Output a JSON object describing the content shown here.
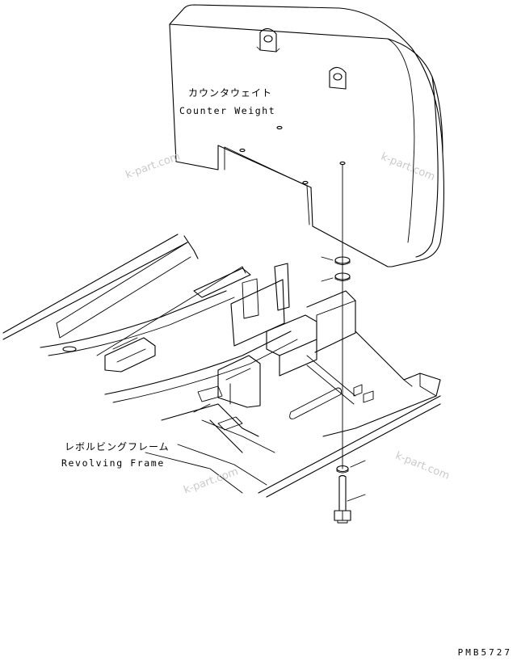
{
  "labels": {
    "counter_weight_jp": "カウンタウェイト",
    "counter_weight_en": "Counter Weight",
    "revolving_frame_jp": "レボルビングフレーム",
    "revolving_frame_en": "Revolving Frame"
  },
  "watermarks": [
    "k-part.com",
    "k-part.com",
    "k-part.com",
    "k-part.com"
  ],
  "drawing_code": "PMB5727"
}
